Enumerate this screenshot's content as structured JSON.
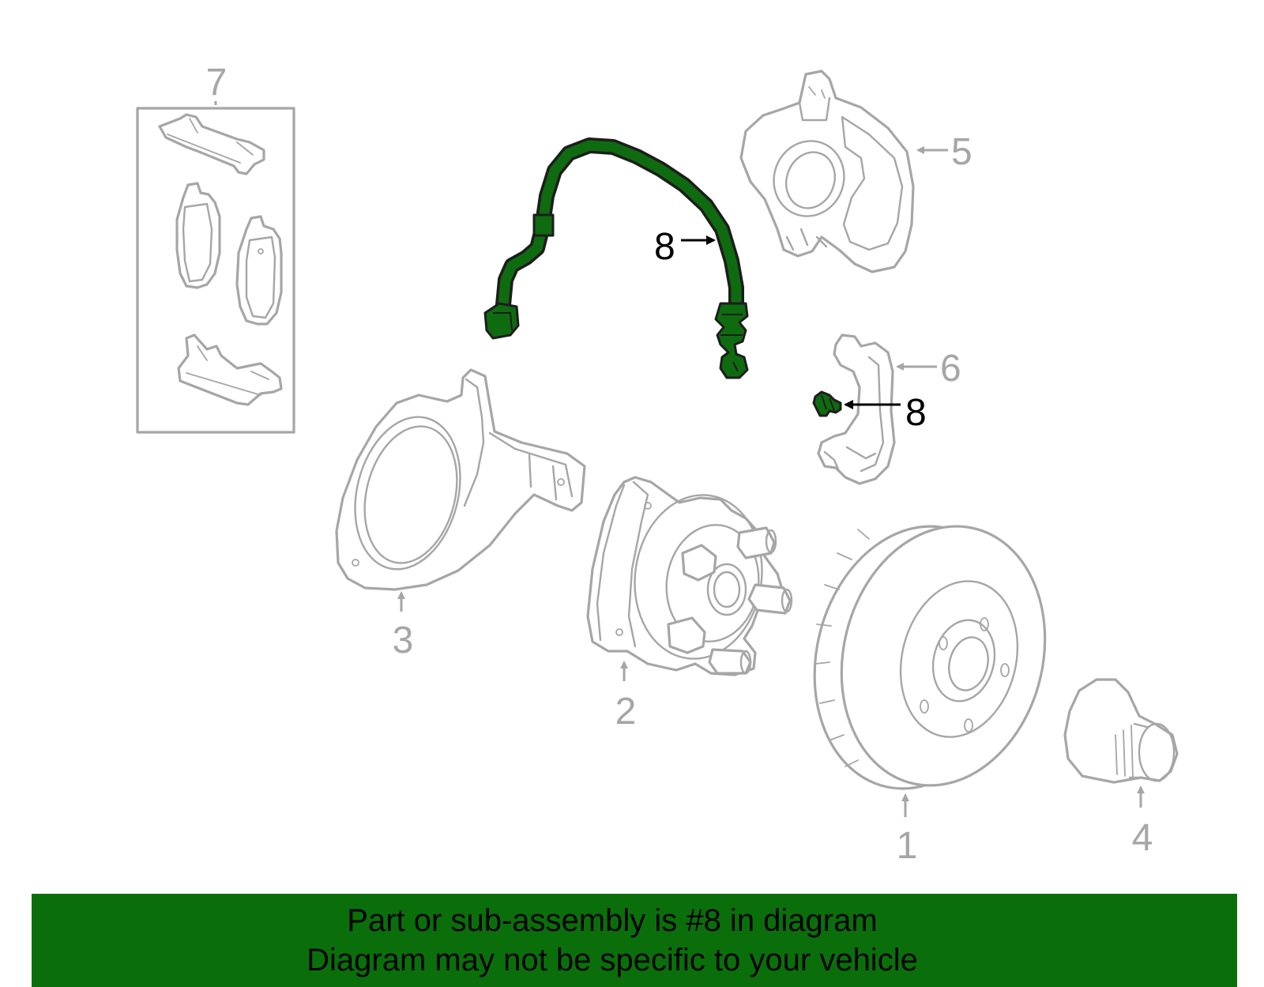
{
  "callouts": {
    "c1": "1",
    "c2": "2",
    "c3": "3",
    "c4": "4",
    "c5": "5",
    "c6": "6",
    "c7": "7",
    "c8a": "8",
    "c8b": "8"
  },
  "highlight_part": "8",
  "colors": {
    "highlight": "#0f6b0f",
    "banner": "#0a6f0a",
    "outline": "#a6a6a6"
  },
  "banner": {
    "line1": "Part or sub-assembly is #8 in diagram",
    "line2": "Diagram may not be specific to your vehicle"
  }
}
